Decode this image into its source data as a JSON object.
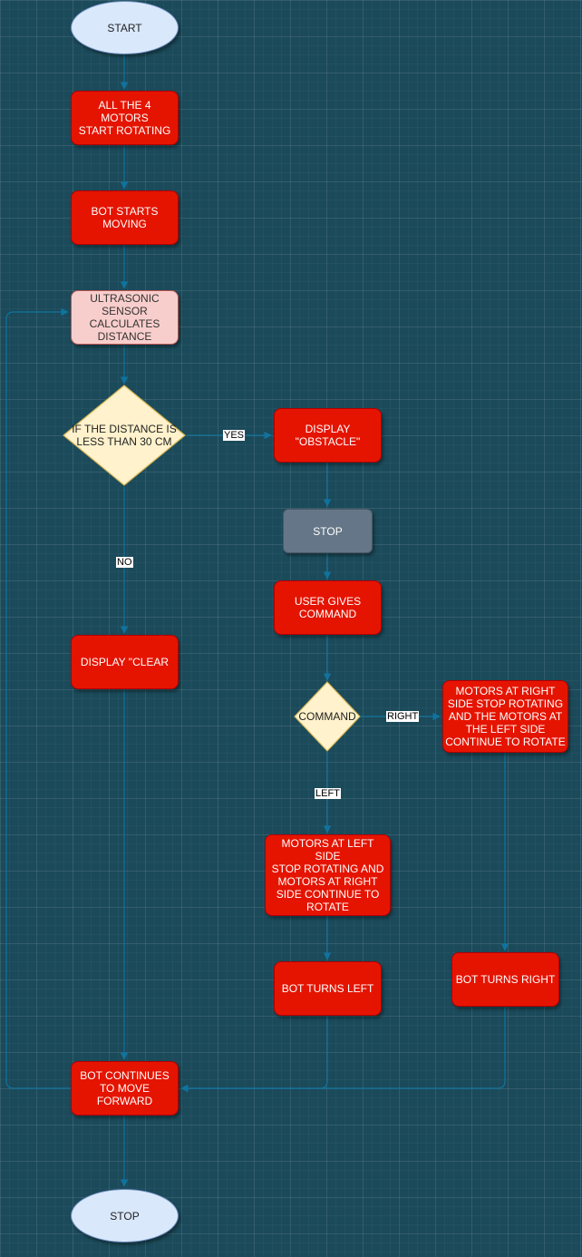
{
  "colors": {
    "background": "#1b4a5a",
    "process": "#e51400",
    "sensor": "#f8cecc",
    "stop_box": "#647687",
    "terminal": "#dae8fc",
    "decision": "#fff2cc",
    "connector": "#10739e"
  },
  "nodes": {
    "start": "START",
    "motors_start": "ALL THE 4 MOTORS\nSTART ROTATING",
    "bot_moving": "BOT STARTS\nMOVING",
    "sensor": "ULTRASONIC\nSENSOR\nCALCULATES\nDISTANCE",
    "distance_check": "IF THE DISTANCE IS\nLESS THAN 30 CM",
    "display_obstacle": "DISPLAY\n\"OBSTACLE\"",
    "stop_box": "STOP",
    "user_command": "USER GIVES\nCOMMAND",
    "display_clear": "DISPLAY \"CLEAR",
    "command": "COMMAND",
    "right_action": "MOTORS AT RIGHT\nSIDE STOP ROTATING\nAND THE MOTORS AT\nTHE LEFT SIDE\nCONTINUE TO ROTATE",
    "left_action": "MOTORS AT LEFT SIDE\nSTOP ROTATING AND\nMOTORS AT RIGHT\nSIDE CONTINUE TO\nROTATE",
    "turn_left": "BOT TURNS LEFT",
    "turn_right": "BOT TURNS RIGHT",
    "continue_forward": "BOT CONTINUES\nTO MOVE\nFORWARD",
    "end": "STOP"
  },
  "edge_labels": {
    "yes": "YES",
    "no": "NO",
    "right": "RIGHT",
    "left": "LEFT"
  }
}
